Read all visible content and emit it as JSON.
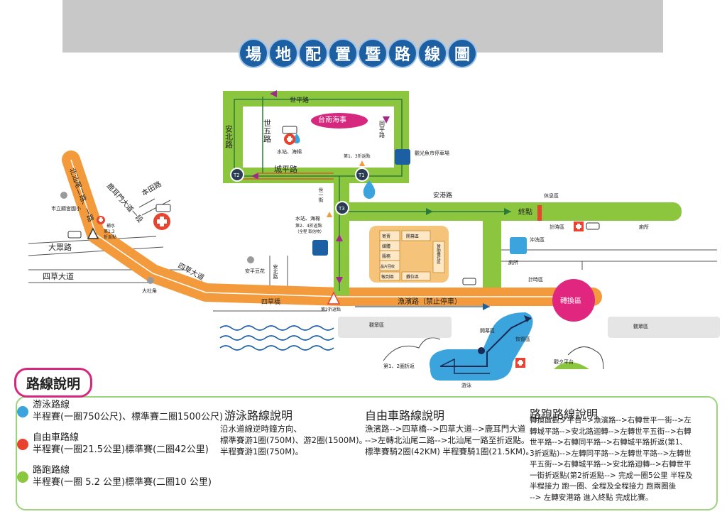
{
  "title": "場地配置暨路線圖",
  "title_chars": [
    "場",
    "地",
    "配",
    "置",
    "暨",
    "路",
    "線",
    "圖"
  ],
  "colors": {
    "swim": "#3ba4dc",
    "bike": "#e8432f",
    "run": "#8cc63f",
    "road_orange": "#f39b3c",
    "title_blue": "#1d5fa3",
    "badge_pink": "#d6287f"
  },
  "map": {
    "roads": {
      "shiping": "世平路",
      "shiwu": "世五路",
      "anbei": "安北路",
      "chengping": "城平路",
      "tongping": "同平路",
      "shiyi": "世一街",
      "angang": "安港路",
      "beishanwei": "北汕尾二路、一路",
      "luermen": "鹿耳門大道一段",
      "bentian": "本田路",
      "dazhong": "大眾路",
      "sicao": "四草大道",
      "sicao_right": "四草大道",
      "sicao_bridge": "四草橋",
      "yubin": "漁濱路（禁止停車）",
      "anbei_small": "安北路"
    },
    "places": {
      "tainan_maritime": "台南海事",
      "parking_lot": "觀光魚市停車場",
      "school": "市立顯宮國小",
      "dashejiao": "大社角",
      "anping_douhua": "安平豆花",
      "rest_area": "休息區",
      "toilet_top": "廁所",
      "toilet_mid": "廁所",
      "shower": "沖洗區",
      "timing_top": "計時區",
      "timing_mid": "計時區",
      "transition": "轉換區",
      "viewing_left": "觀眾區",
      "viewing_right": "觀眾區",
      "open_area": "開幕區",
      "recovery": "恢復區",
      "sunset": "觀夕平台",
      "finish": "終點",
      "swim_label": "游泳"
    },
    "points": {
      "water_towel": "水站、海棉",
      "turn13": "第1、3折返點",
      "water_towel2": "水站、海棉",
      "turn24": "第2、4折返點",
      "turn24_note": "（全程 取信物）",
      "supply": "補水",
      "turn13b": "第1,3",
      "turn13c": "折返點",
      "turn2": "第2折返點",
      "turn12_swim": "第1、2圈折返",
      "t1": "T1",
      "t2": "T2",
      "t3": "T3"
    },
    "booth": {
      "b1": "寄賣",
      "b2": "媒體",
      "b3": "服務",
      "b4": "晶片回收",
      "b5": "報到區",
      "b6": "開幕區",
      "b7": "攤位區",
      "b8": "贊助攤位區"
    }
  },
  "legend": {
    "badge": "路線說明",
    "swim_name": "游泳路線",
    "swim_desc": "半程賽(一圈750公尺)、標準賽二圈1500公尺)",
    "bike_name": "自由車路線",
    "bike_desc": "半程賽(一圈21.5公里)標準賽(二圈42公里)",
    "run_name": "路跑路線",
    "run_desc": "半程賽(一圈 5.2 公里)標準賽(二圈10 公里)",
    "swim_title": "游泳路線說明",
    "swim_body": [
      "沿水道線逆時鐘方向、",
      "標準賽游1圈(750M)、游2圈(1500M)。",
      "半程賽游1圈(750M)。"
    ],
    "bike_title": "自由車路線說明",
    "bike_body": [
      "漁濱路-->四草橋-->四草大道-->鹿耳門大道",
      "-->左轉北汕尾二路-->北汕尾一路至折返點。",
      "標準賽騎2圈(42KM) 半程賽騎1圈(21.5KM)。"
    ],
    "run_title": "路跑路線說明",
    "run_body": [
      "轉換區觀夕平台-->漁濱路-->右轉世平一街-->左",
      "轉城平路-->安北路迴轉-->左轉世平五街-->右轉",
      "世平路-->右轉同平路-->右轉城平路折返(第1、",
      "3折返點)-->左轉同平路-->左轉世平路-->左轉世",
      "平五街-->右轉城平路-->安北路迴轉-->右轉世平",
      "一街折返點(第2折返點--> 完成一圈5公里 半程及",
      "半程接力 跑一圈、全程及全程接力 跑兩圈後",
      "--> 左轉安港路 進入終點 完成比賽。"
    ]
  }
}
